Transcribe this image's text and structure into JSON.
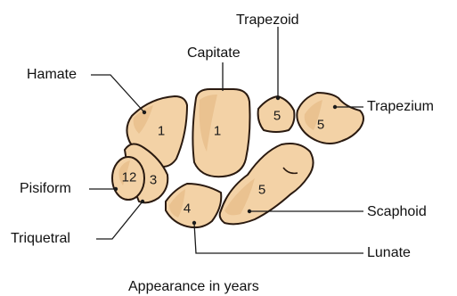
{
  "labels": {
    "trapezoid": "Trapezoid",
    "capitate": "Capitate",
    "hamate": "Hamate",
    "trapezium": "Trapezium",
    "pisiform": "Pisiform",
    "scaphoid": "Scaphoid",
    "triquetral": "Triquetral",
    "lunate": "Lunate"
  },
  "bone_years": {
    "hamate": "1",
    "capitate": "1",
    "trapezoid": "5",
    "trapezium": "5",
    "pisiform": "12",
    "triquetral": "3",
    "lunate": "4",
    "scaphoid": "5"
  },
  "caption": "Appearance in years",
  "colors": {
    "bone_fill": "#f3d2a6",
    "bone_outline": "#2a1a10"
  }
}
